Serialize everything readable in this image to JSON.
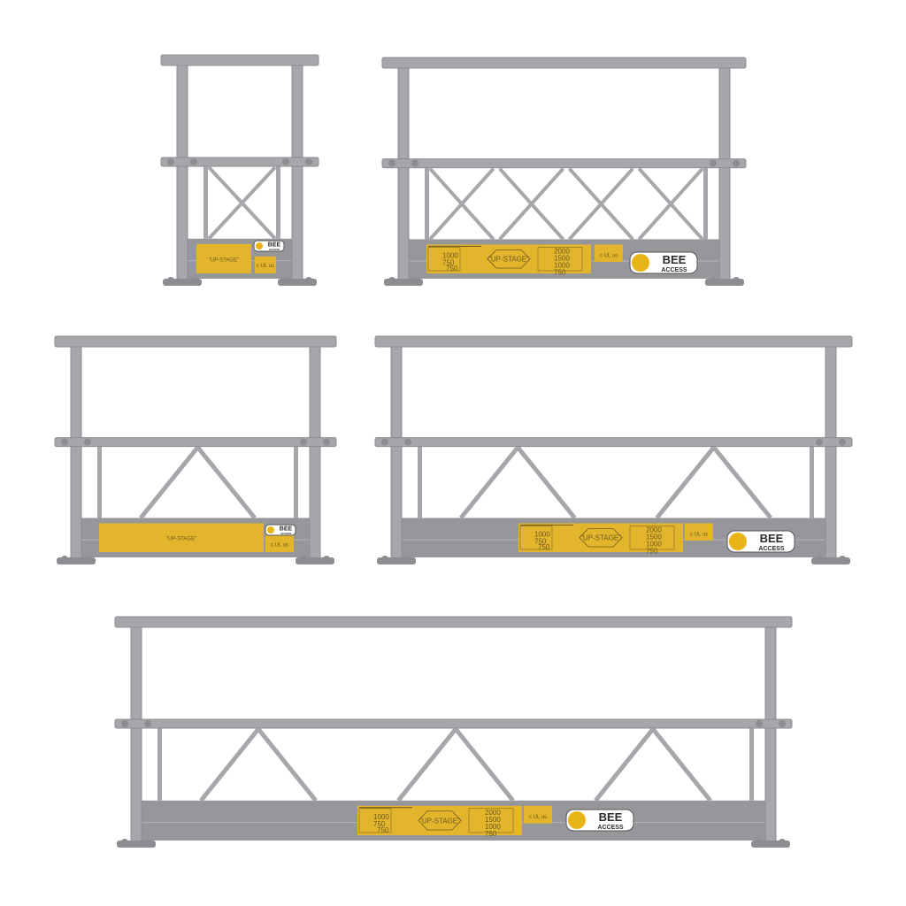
{
  "label": {
    "brand": "\"UP-STAGE\"",
    "left_loads": [
      "1000",
      "750",
      "750"
    ],
    "right_loads": [
      "2000",
      "1500",
      "1000",
      "750"
    ],
    "cert_mark": "UL",
    "cert_left": "c",
    "cert_right": "us"
  },
  "logo": {
    "line1": "BEE",
    "line2": "ACCESS"
  },
  "colors": {
    "rail": "#a6a7ab",
    "rail_dark": "#8c8d91",
    "kickplate": "#96979b",
    "label": "#e2b52c",
    "label_line": "#6b5a1e",
    "logo_bg": "#ffffff",
    "logo_text": "#2b2b2b",
    "bee_yellow": "#e8b517"
  },
  "panels": [
    {
      "name": "guardrail-small",
      "brace": "x",
      "bays": 1,
      "logo": true
    },
    {
      "name": "guardrail-medium-x",
      "brace": "x",
      "bays": 4,
      "logo": true
    },
    {
      "name": "guardrail-medium-truss",
      "brace": "v",
      "bays": 1,
      "logo": true
    },
    {
      "name": "guardrail-large-truss",
      "brace": "v",
      "bays": 2,
      "logo": true
    },
    {
      "name": "guardrail-extra-large-truss",
      "brace": "v",
      "bays": 3,
      "logo": true
    }
  ]
}
